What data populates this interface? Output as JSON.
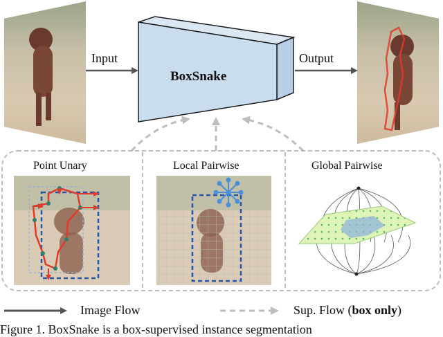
{
  "figure": {
    "input_label": "Input",
    "output_label": "Output",
    "model_name": "BoxSnake",
    "panels": [
      {
        "title": "Point Unary"
      },
      {
        "title": "Local Pairwise"
      },
      {
        "title": "Global Pairwise"
      }
    ],
    "legend": {
      "image_flow": "Image Flow",
      "sup_flow_prefix": "Sup. Flow (",
      "sup_flow_bold": "box only",
      "sup_flow_suffix": ")"
    },
    "caption": "Figure 1.   BoxSnake is a box-supervised instance segmentation"
  },
  "colors": {
    "model_fill": "#c9ddee",
    "model_stroke": "#1a1a1a",
    "contour_red": "#e23a2a",
    "box_blue": "#2456a8",
    "sup_gray": "#bdbdbd"
  }
}
